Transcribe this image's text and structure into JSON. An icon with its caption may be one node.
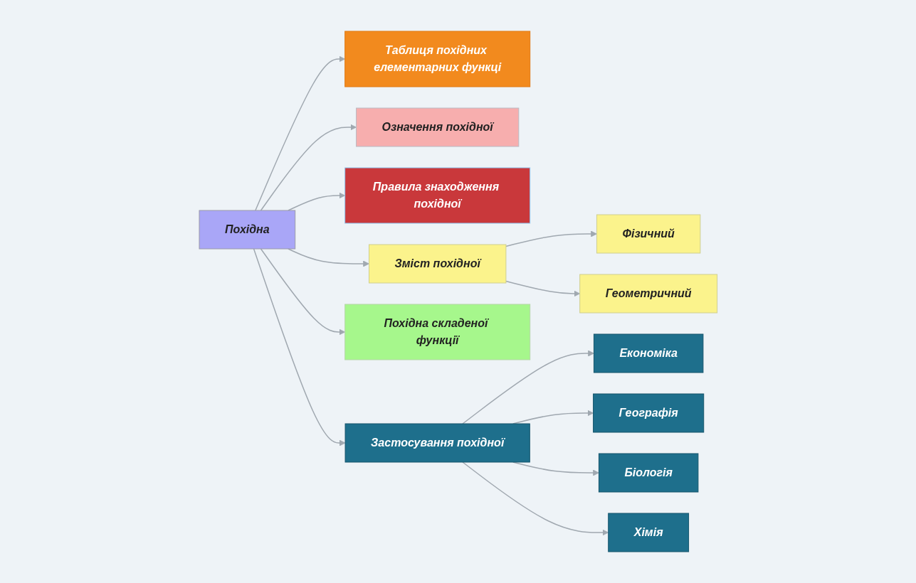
{
  "diagram": {
    "nodes": [
      {
        "text": [
          "Похідна"
        ]
      },
      {
        "text": [
          "Таблиця похідних елементарних функці"
        ]
      },
      {
        "text": [
          "Означення похідної"
        ]
      },
      {
        "text": [
          "Правила знаходження похідної"
        ]
      },
      {
        "text": [
          "Зміст похідної"
        ]
      },
      {
        "text": [
          "Фізичний"
        ]
      },
      {
        "text": [
          "Геометричний"
        ]
      },
      {
        "text": [
          "Похідна складеної функції"
        ]
      },
      {
        "text": [
          "Застосування похідної"
        ]
      },
      {
        "text": [
          "Економіка"
        ]
      },
      {
        "text": [
          "Географія"
        ]
      },
      {
        "text": [
          "Біологія"
        ]
      },
      {
        "text": [
          "Хімія"
        ]
      }
    ],
    "edges": [
      {
        "from": 0,
        "to": 1,
        "arrow": "to"
      },
      {
        "from": 0,
        "to": 2,
        "arrow": "to"
      },
      {
        "from": 0,
        "to": 3,
        "arrow": "to"
      },
      {
        "from": 0,
        "to": 4,
        "arrow": "to"
      },
      {
        "from": 4,
        "to": 5,
        "arrow": "to"
      },
      {
        "from": 4,
        "to": 6,
        "arrow": "to"
      },
      {
        "from": 0,
        "to": 7,
        "arrow": "to"
      },
      {
        "from": 0,
        "to": 8,
        "arrow": "to"
      },
      {
        "from": 8,
        "to": 9,
        "arrow": "to"
      },
      {
        "from": 8,
        "to": 10,
        "arrow": "to"
      },
      {
        "from": 8,
        "to": 11,
        "arrow": "to"
      },
      {
        "from": 8,
        "to": 12,
        "arrow": "to"
      }
    ]
  }
}
